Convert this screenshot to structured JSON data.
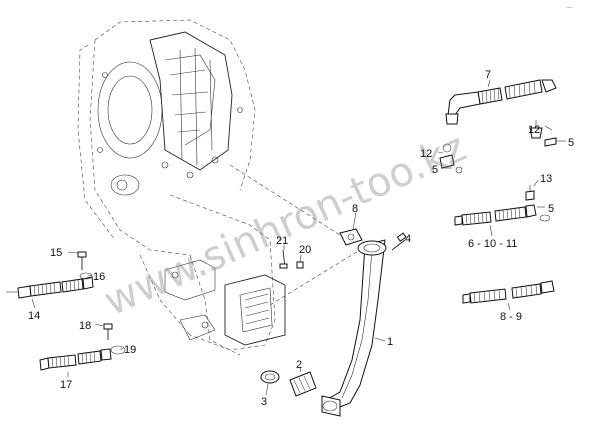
{
  "watermark": "www.sinhron-too.kz",
  "corner_mark": "—",
  "callouts": [
    {
      "id": "c1",
      "text": "1"
    },
    {
      "id": "c2",
      "text": "2"
    },
    {
      "id": "c3",
      "text": "3"
    },
    {
      "id": "c4",
      "text": "4"
    },
    {
      "id": "c5a",
      "text": "5"
    },
    {
      "id": "c5b",
      "text": "5"
    },
    {
      "id": "c5c",
      "text": "5"
    },
    {
      "id": "c7",
      "text": "7"
    },
    {
      "id": "c8",
      "text": "8"
    },
    {
      "id": "c89",
      "text": "8 - 9"
    },
    {
      "id": "c61011",
      "text": "6 - 10 - 11"
    },
    {
      "id": "c12a",
      "text": "12"
    },
    {
      "id": "c12b",
      "text": "12"
    },
    {
      "id": "c13",
      "text": "13"
    },
    {
      "id": "c14",
      "text": "14"
    },
    {
      "id": "c15",
      "text": "15"
    },
    {
      "id": "c16",
      "text": "16"
    },
    {
      "id": "c17",
      "text": "17"
    },
    {
      "id": "c18",
      "text": "18"
    },
    {
      "id": "c19",
      "text": "19"
    },
    {
      "id": "c20",
      "text": "20"
    },
    {
      "id": "c21",
      "text": "21"
    }
  ]
}
